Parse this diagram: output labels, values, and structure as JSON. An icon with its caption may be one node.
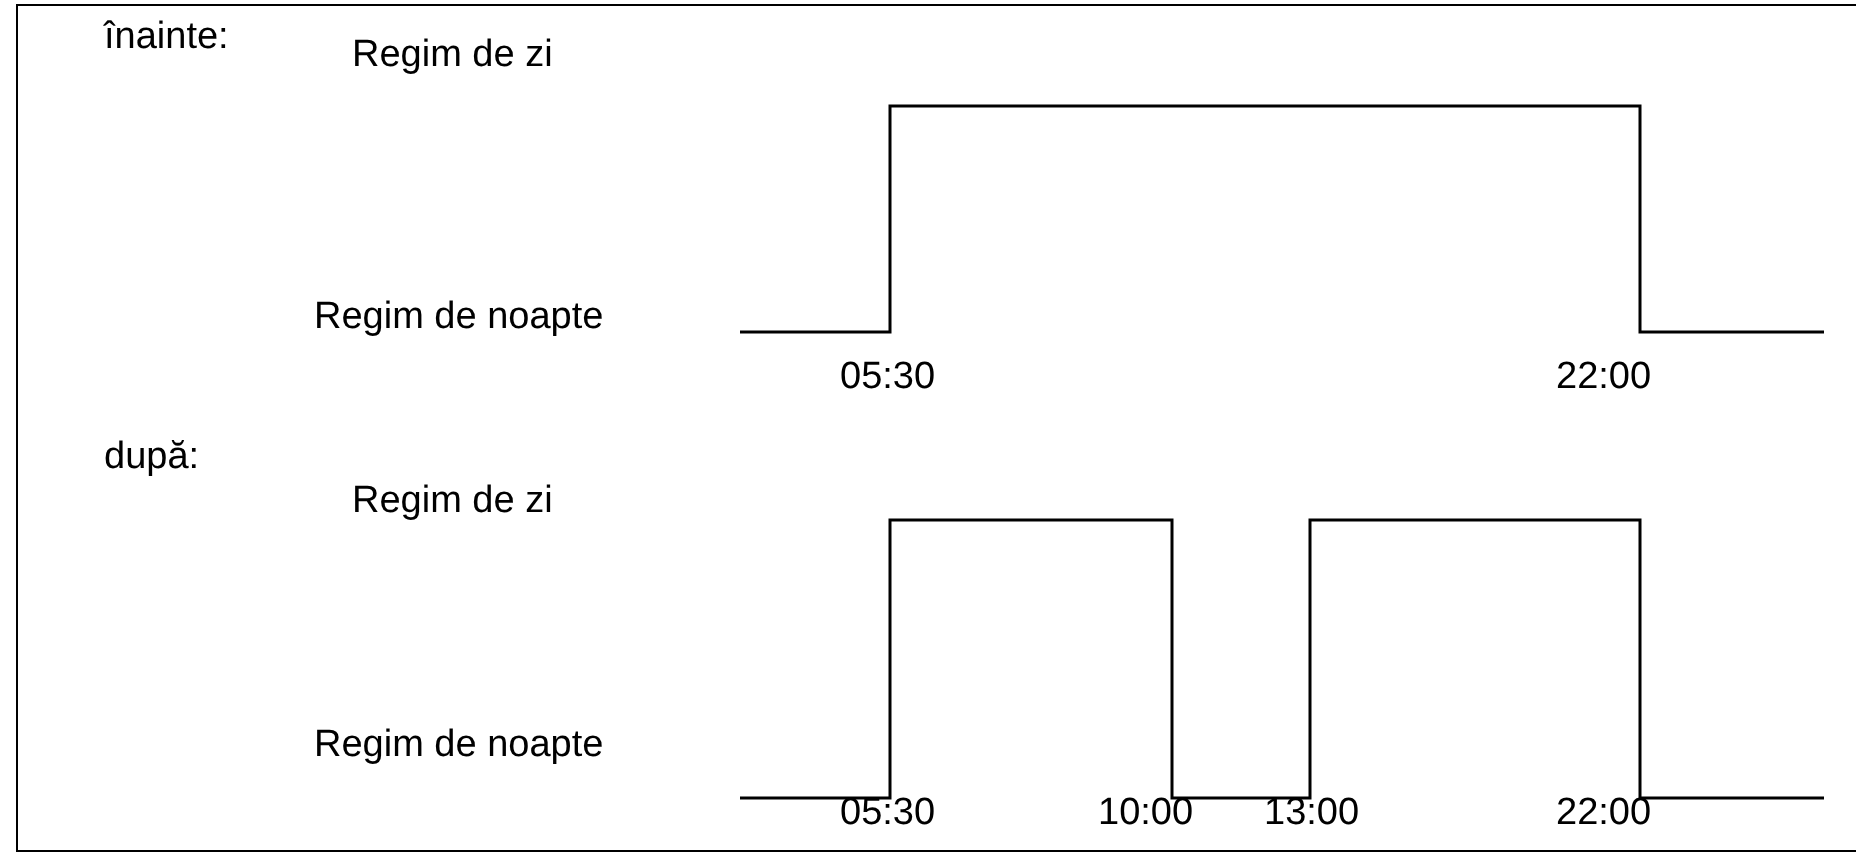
{
  "diagram": {
    "labels": [
      "înainte:",
      "Regim de zi",
      "Regim de noapte",
      "05:30",
      "22:00",
      "după:",
      "Regim de zi",
      "Regim de noapte",
      "05:30",
      "10:00",
      "13:00",
      "22:00"
    ]
  }
}
